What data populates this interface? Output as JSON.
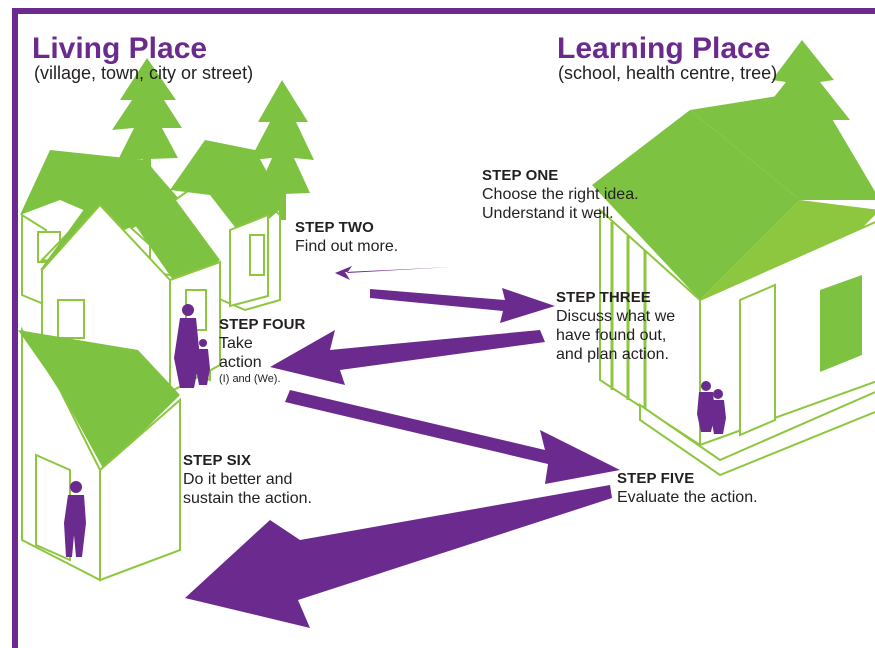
{
  "colors": {
    "accent": "#6b2a8e",
    "roof_green": "#7ec242",
    "outline_green": "#8dc63f",
    "text": "#231f20"
  },
  "titles": {
    "living": {
      "title": "Living Place",
      "subtitle": "(village, town, city or street)"
    },
    "learning": {
      "title": "Learning Place",
      "subtitle": "(school, health centre, tree)"
    }
  },
  "steps": {
    "one": {
      "heading": "STEP ONE",
      "lines": [
        "Choose the right idea.",
        "Understand it well."
      ]
    },
    "two": {
      "heading": "STEP TWO",
      "lines": [
        "Find out more."
      ]
    },
    "three": {
      "heading": "STEP THREE",
      "lines": [
        "Discuss what we",
        "have found out,",
        "and plan action."
      ]
    },
    "four": {
      "heading": "STEP FOUR",
      "lines": [
        "Take",
        "action"
      ],
      "note": "(I) and (We)."
    },
    "five": {
      "heading": "STEP FIVE",
      "lines": [
        "Evaluate the action."
      ]
    },
    "six": {
      "heading": "STEP SIX",
      "lines": [
        "Do it better and",
        "sustain the action."
      ]
    }
  },
  "icons": [
    "tree-icon",
    "house-icon",
    "school-icon",
    "people-icon",
    "arrow-icon"
  ]
}
